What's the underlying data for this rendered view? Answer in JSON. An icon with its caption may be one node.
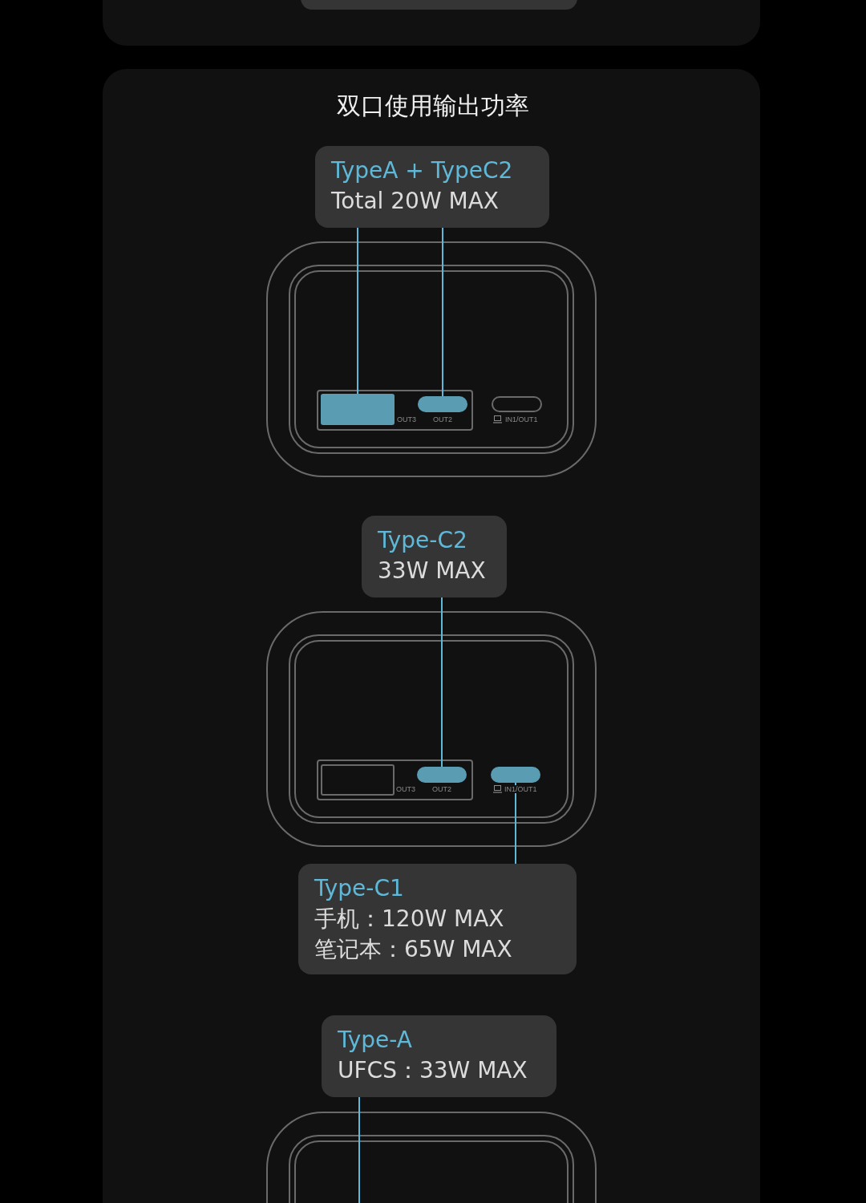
{
  "diagram": {
    "title": "双口使用输出功率",
    "nodes": [
      {
        "text": [
          "TypeA + TypeC2",
          "Total 20W MAX"
        ]
      },
      {
        "text": [],
        "shape": "box",
        "beside": [
          "OUT3"
        ]
      },
      {
        "text": [],
        "shape": "box",
        "beside": [
          "OUT2"
        ]
      },
      {
        "text": [],
        "shape": "box",
        "beside": [
          "IN1/OUT1"
        ]
      },
      {
        "text": [
          "Type-C2",
          "33W MAX"
        ]
      },
      {
        "text": [],
        "shape": "box",
        "beside": [
          "OUT3"
        ]
      },
      {
        "text": [],
        "shape": "box",
        "beside": [
          "OUT2"
        ]
      },
      {
        "text": [],
        "shape": "box",
        "beside": [
          "IN1/OUT1"
        ]
      },
      {
        "text": [
          "Type-C1",
          "手机：120W MAX",
          "笔记本：65W MAX"
        ]
      },
      {
        "text": [
          "Type-A",
          "UFCS：33W MAX"
        ]
      }
    ],
    "edges": [
      {
        "from": 0,
        "to": 1,
        "arrow": "none"
      },
      {
        "from": 0,
        "to": 2,
        "arrow": "none"
      },
      {
        "from": 4,
        "to": 6,
        "arrow": "none"
      },
      {
        "from": 8,
        "to": 7,
        "arrow": "none"
      },
      {
        "from": 9,
        "to": null,
        "arrow": "none"
      }
    ]
  }
}
